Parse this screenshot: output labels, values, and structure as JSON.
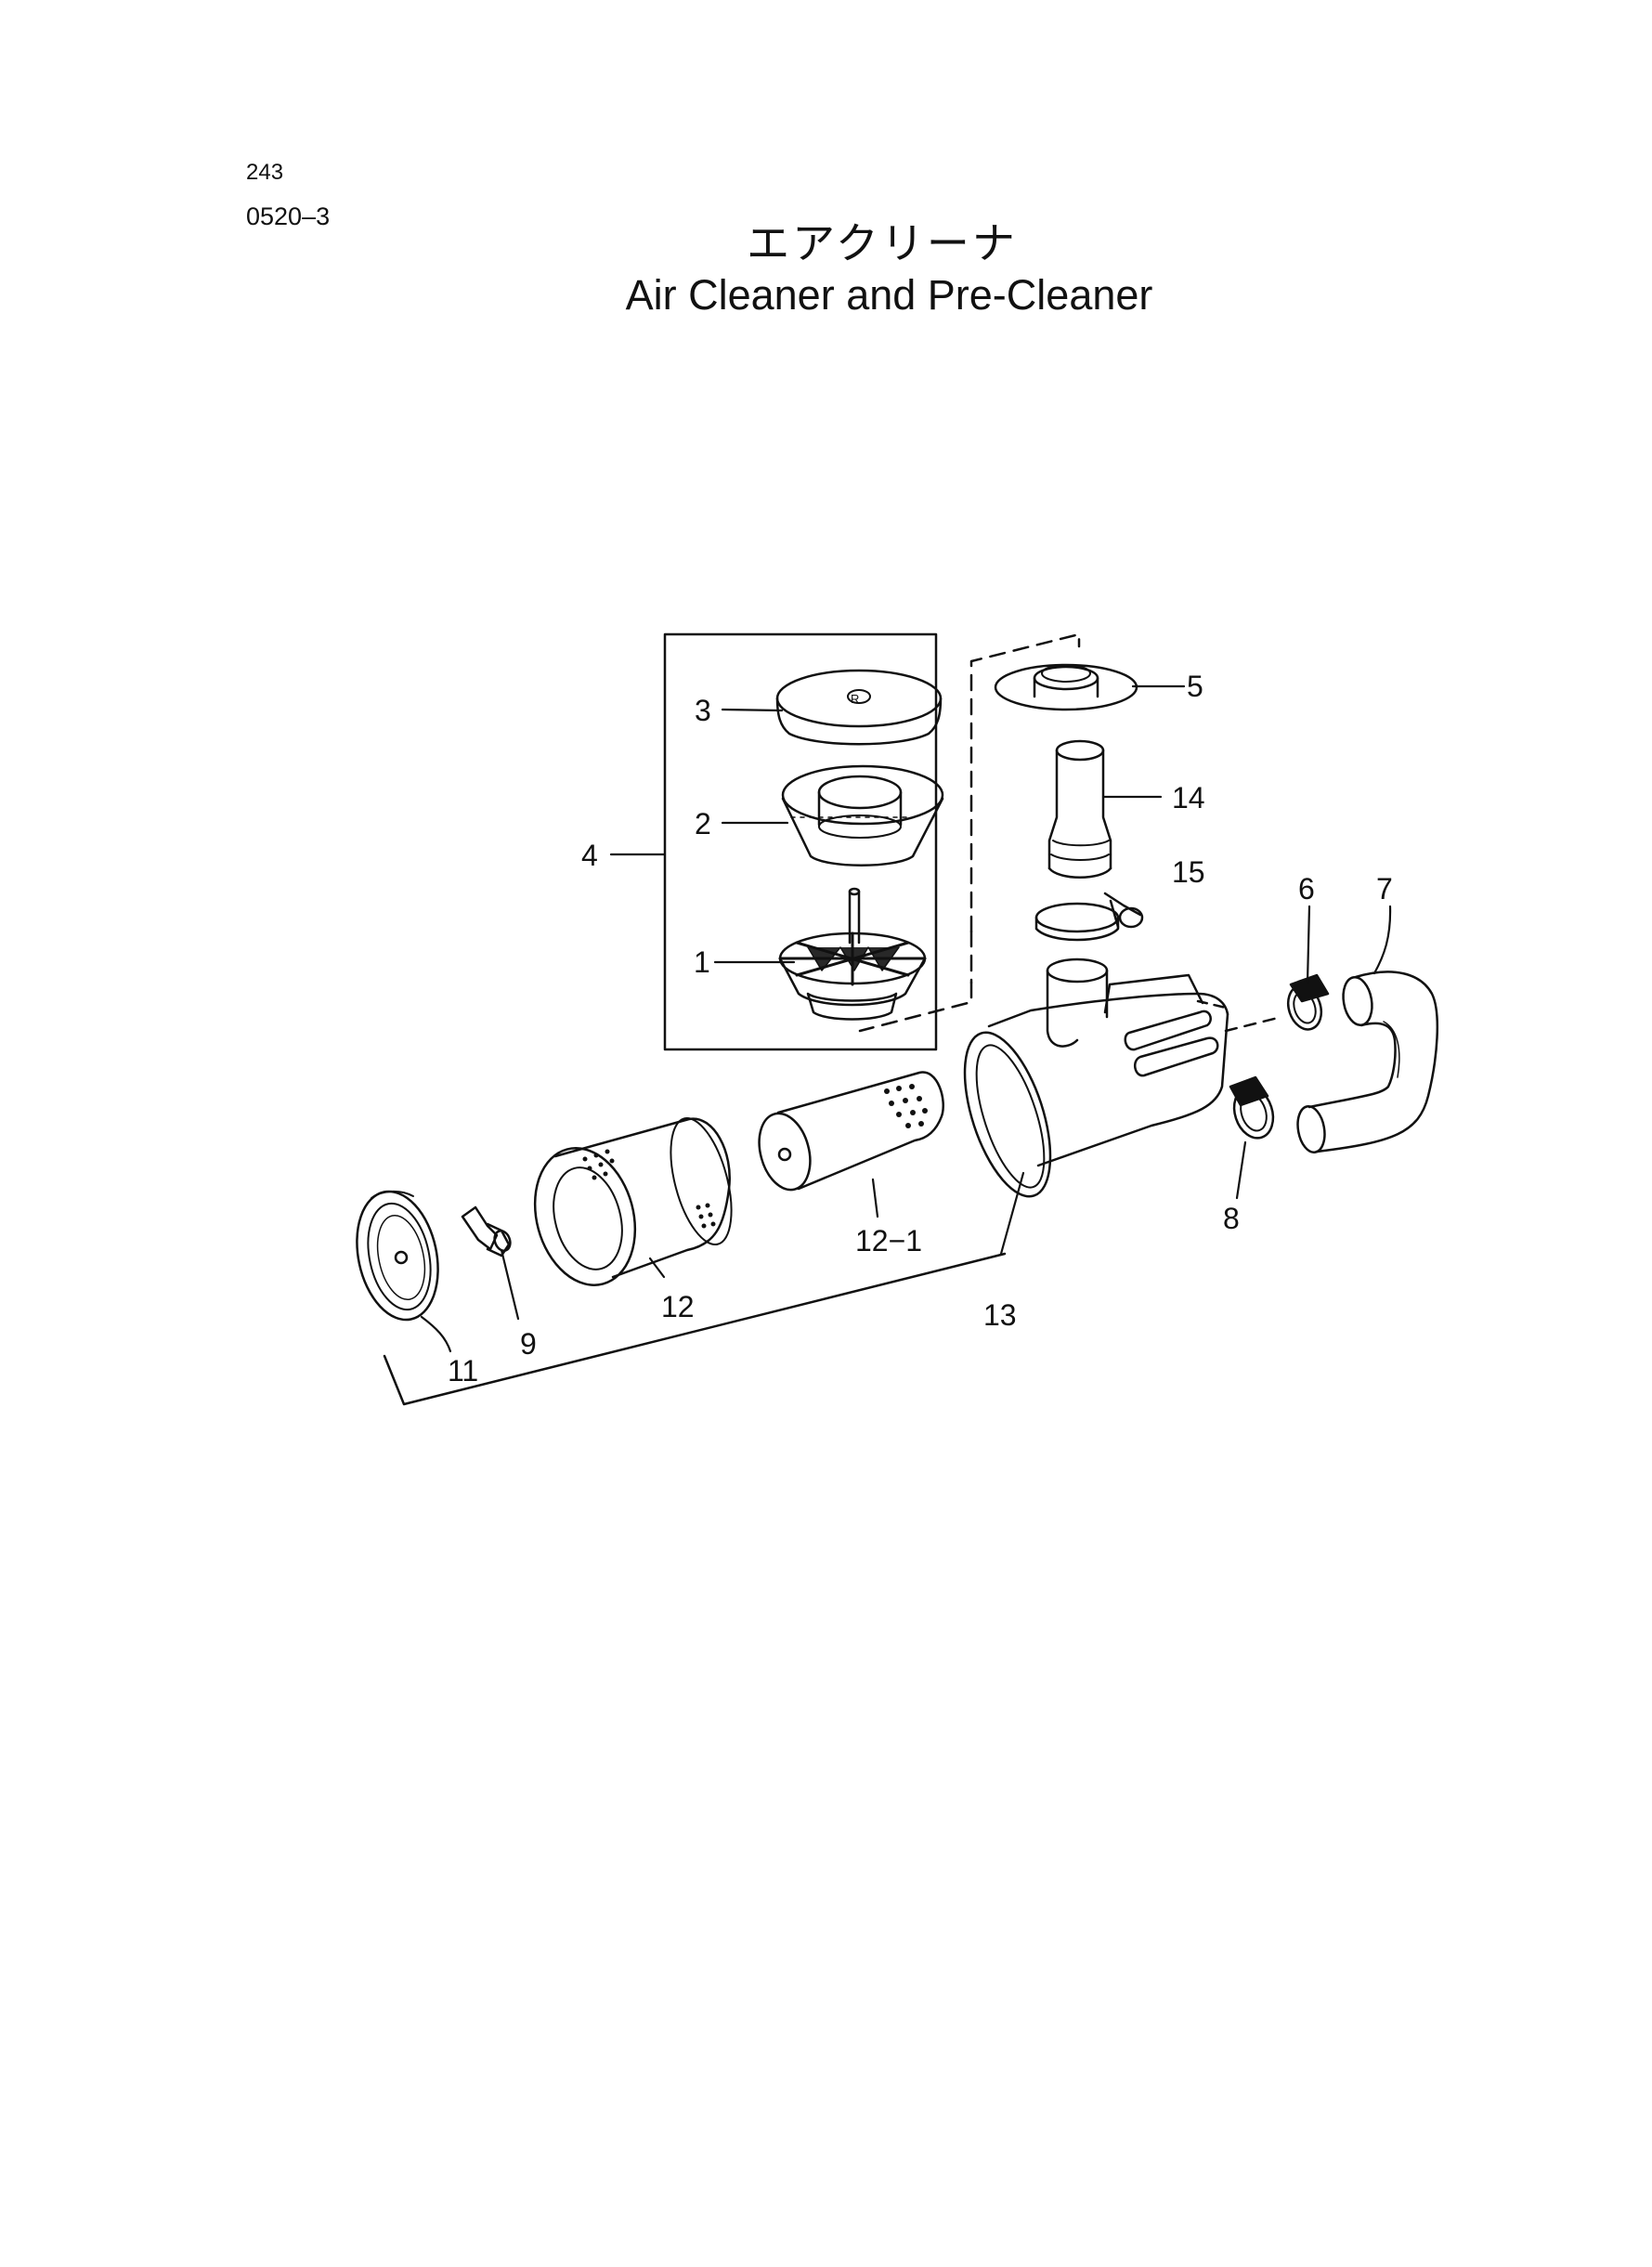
{
  "header": {
    "page_number": "243",
    "section_code": "0520–3",
    "title_jp": "エアクリーナ",
    "title_en": "Air Cleaner and Pre-Cleaner"
  },
  "diagram": {
    "labels": {
      "p1": "1",
      "p2": "2",
      "p3": "3",
      "p4": "4",
      "p5": "5",
      "p6": "6",
      "p7": "7",
      "p8": "8",
      "p9": "9",
      "p11": "11",
      "p12": "12",
      "p12_1": "12−1",
      "p13": "13",
      "p14": "14",
      "p15": "15"
    }
  }
}
